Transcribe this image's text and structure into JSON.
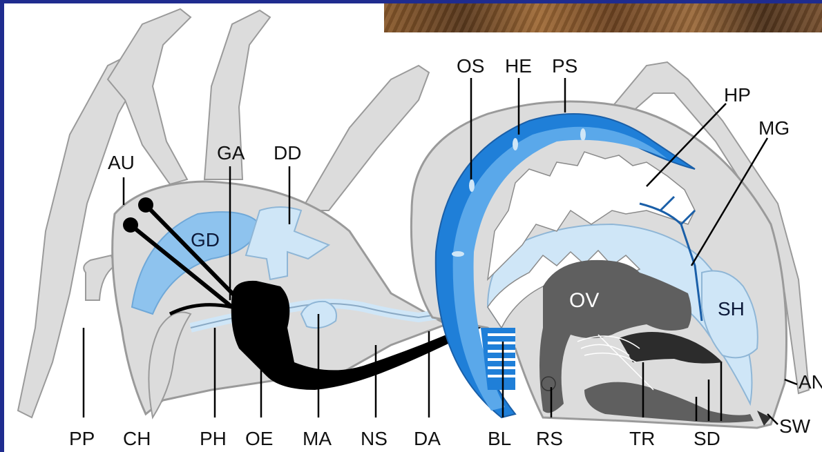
{
  "labels": {
    "AU": "AU",
    "GA": "GA",
    "DD": "DD",
    "GD": "GD",
    "OS": "OS",
    "HE": "HE",
    "PS": "PS",
    "HP": "HP",
    "MG": "MG",
    "OV": "OV",
    "SH": "SH",
    "AN": "AN",
    "SW": "SW",
    "PP": "PP",
    "CH": "CH",
    "PH": "PH",
    "OE": "OE",
    "MA": "MA",
    "NS": "NS",
    "DA": "DA",
    "BL": "BL",
    "RS": "RS",
    "TR": "TR",
    "SD": "SD"
  },
  "colors": {
    "frame": "#1f2c8f",
    "body_fill": "#dcdcdc",
    "outline": "#9a9a9a",
    "pale_blue": "#cfe6f7",
    "mid_blue": "#8ec3ee",
    "bright_blue": "#1f7fd8",
    "dark_blue": "#1a5fa8",
    "nerve_black": "#000000",
    "ovary_gray": "#5f5f5f"
  }
}
